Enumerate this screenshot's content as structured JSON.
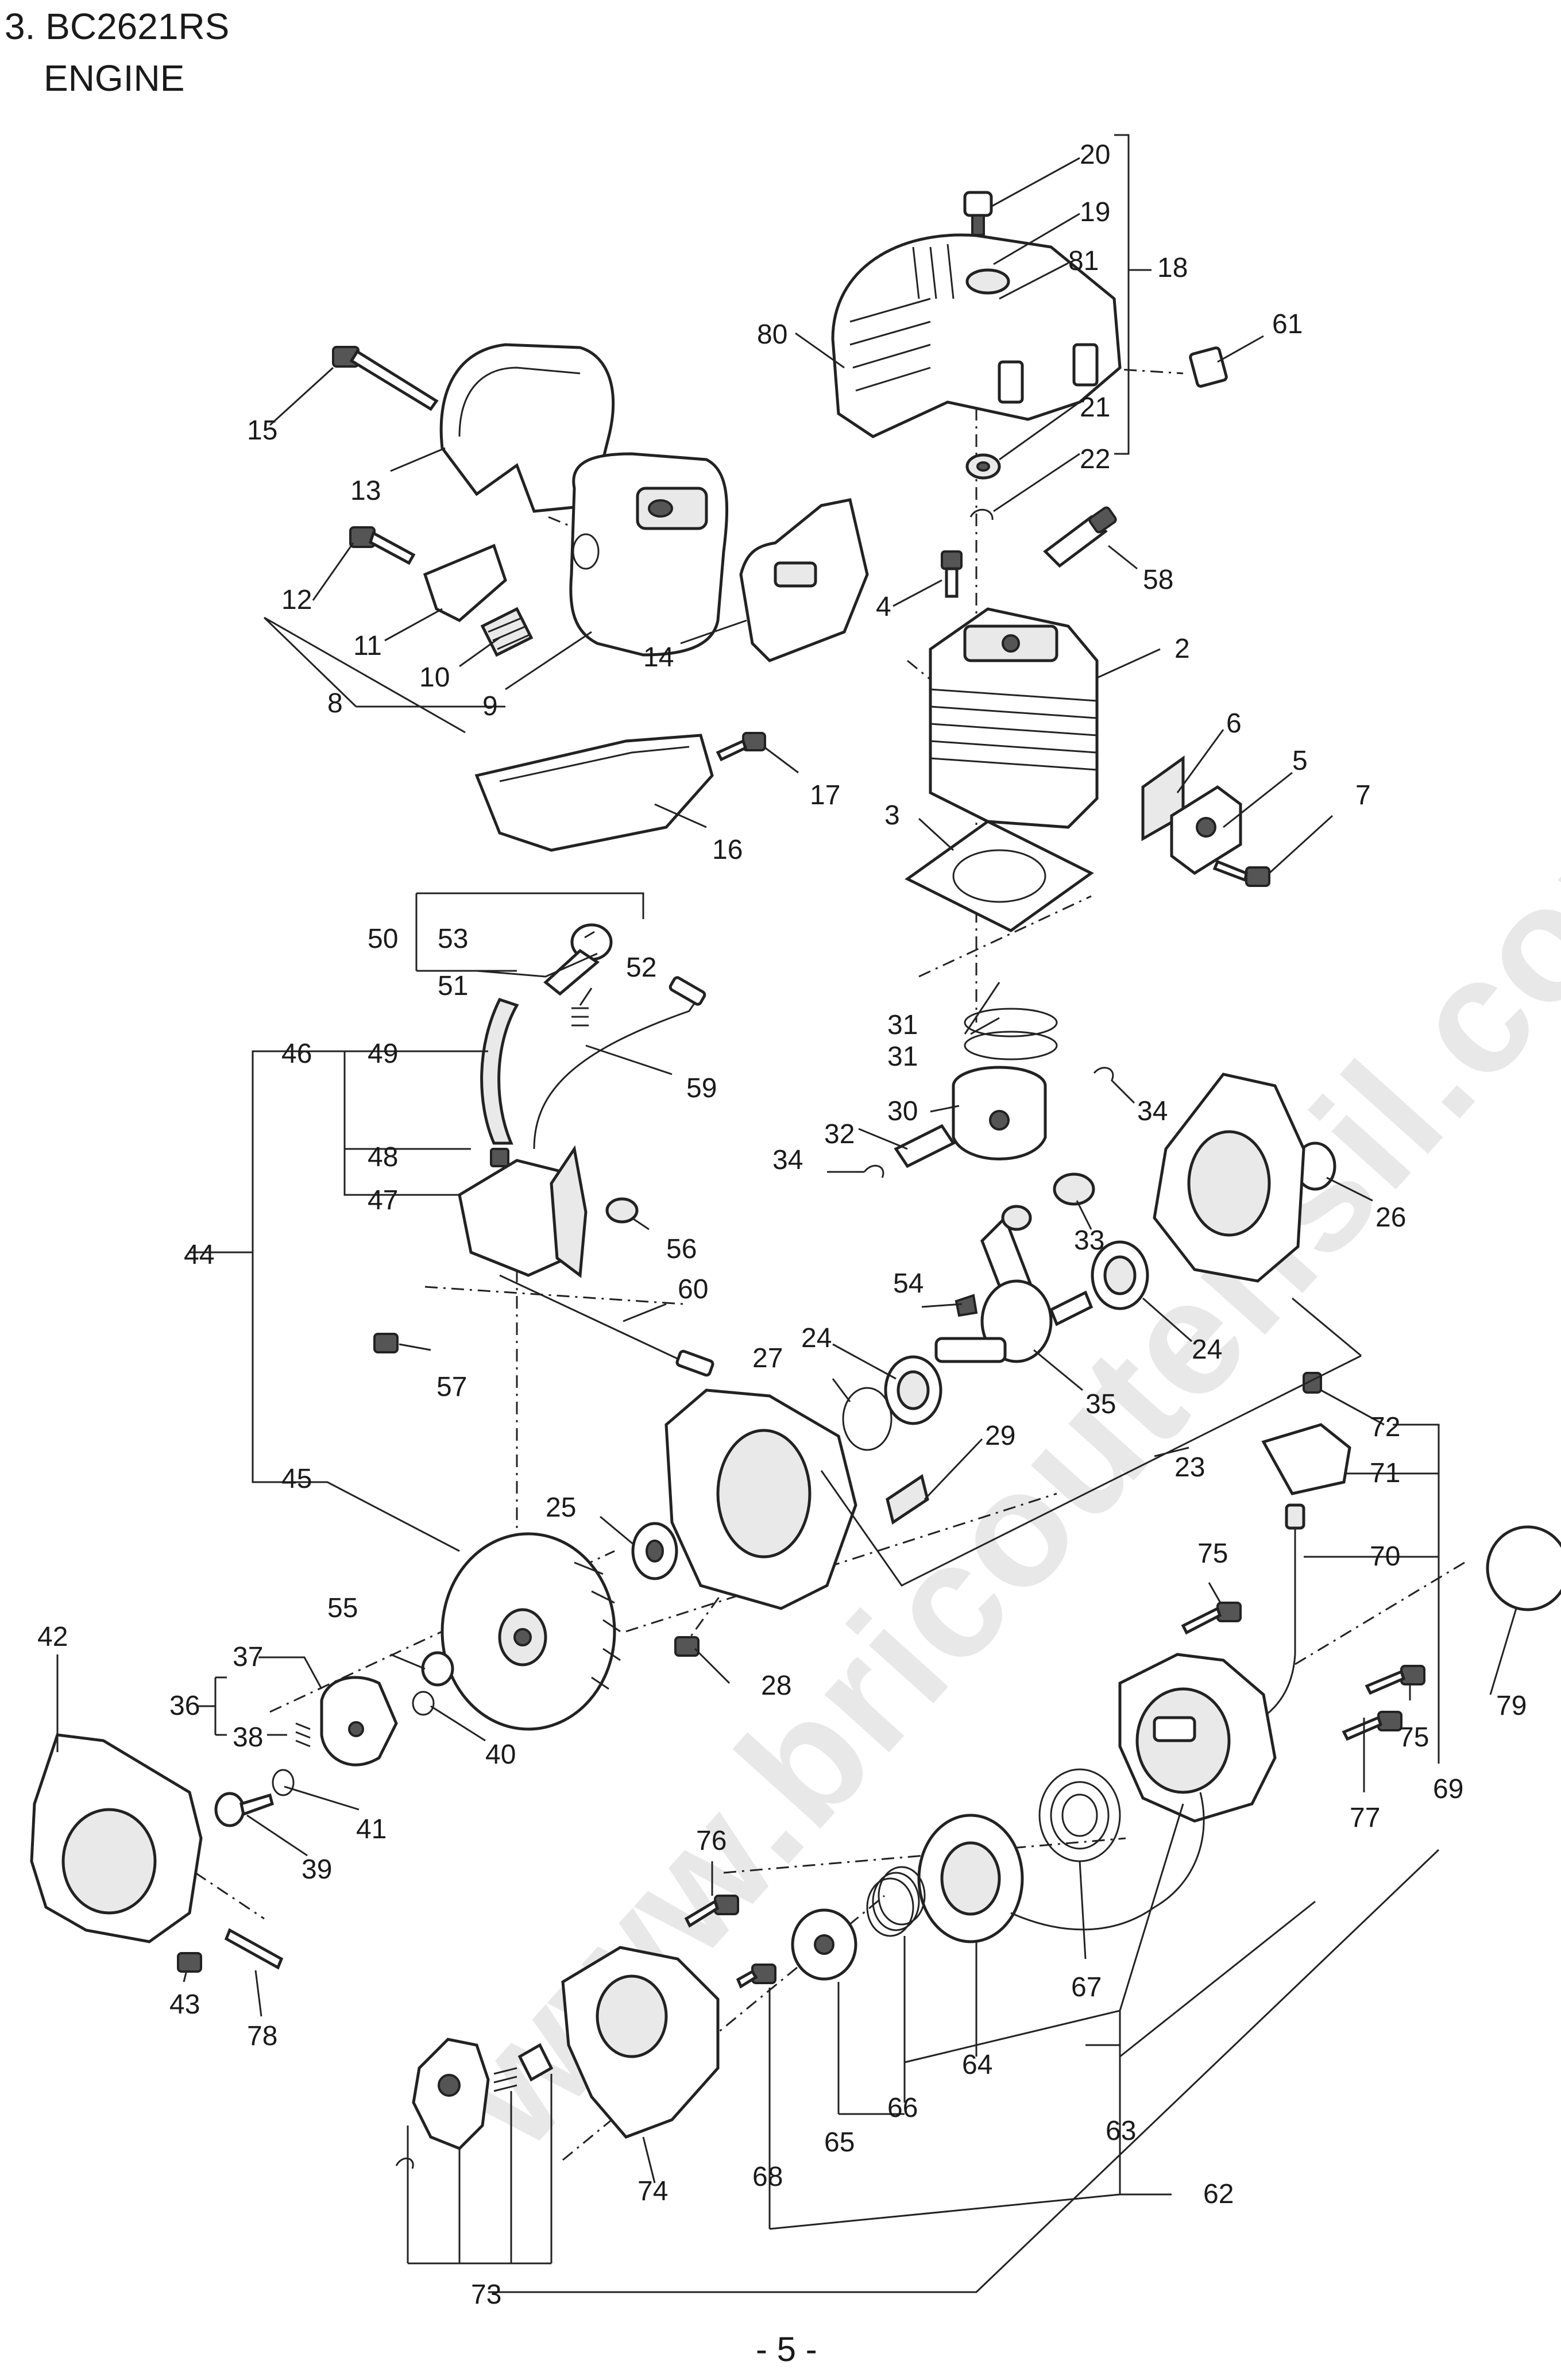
{
  "header": {
    "title_line1": "3. BC2621RS",
    "title_line2": "ENGINE"
  },
  "footer": {
    "page_number": "- 5 -"
  },
  "watermark": {
    "text": "www.bricoutensil.com"
  },
  "callouts": {
    "n1": "20",
    "n2": "19",
    "n3": "81",
    "n4": "18",
    "n5": "80",
    "n6": "61",
    "n7": "21",
    "n8": "15",
    "n9": "22",
    "n10": "13",
    "n11": "58",
    "n12": "4",
    "n13": "12",
    "n14": "2",
    "n15": "11",
    "n16": "14",
    "n17": "10",
    "n18": "8",
    "n19": "9",
    "n20": "6",
    "n21": "5",
    "n22": "17",
    "n23": "7",
    "n24": "3",
    "n25": "16",
    "n26": "50",
    "n27": "53",
    "n28": "52",
    "n29": "51",
    "n30": "31",
    "n31": "31",
    "n32": "46",
    "n33": "49",
    "n34": "59",
    "n35": "30",
    "n36": "34",
    "n37": "32",
    "n38": "34",
    "n39": "48",
    "n40": "26",
    "n41": "47",
    "n42": "56",
    "n43": "33",
    "n44": "44",
    "n45": "54",
    "n46": "60",
    "n47": "24",
    "n48": "24",
    "n49": "27",
    "n50": "57",
    "n51": "35",
    "n52": "72",
    "n53": "29",
    "n54": "23",
    "n55": "45",
    "n56": "71",
    "n57": "25",
    "n58": "75",
    "n59": "70",
    "n60": "42",
    "n61": "55",
    "n62": "37",
    "n63": "28",
    "n64": "36",
    "n65": "79",
    "n66": "75",
    "n67": "38",
    "n68": "40",
    "n69": "77",
    "n70": "69",
    "n71": "41",
    "n72": "39",
    "n73": "76",
    "n74": "43",
    "n75": "78",
    "n76": "67",
    "n77": "64",
    "n78": "66",
    "n79": "63",
    "n80": "65",
    "n81": "68",
    "n82": "74",
    "n83": "62",
    "n84": "73"
  }
}
